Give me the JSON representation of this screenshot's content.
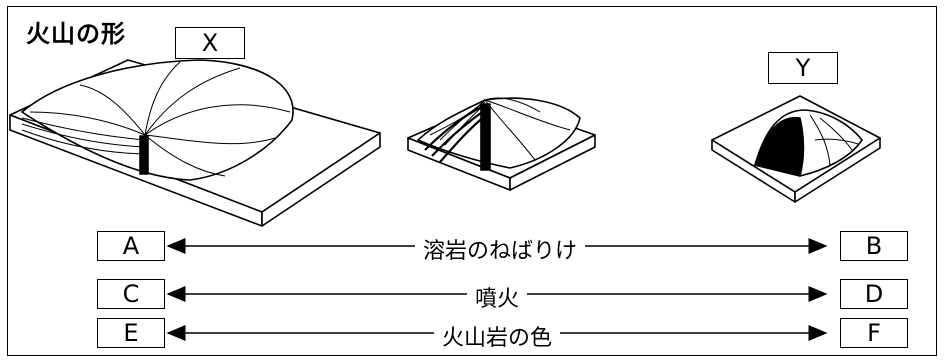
{
  "title": "火山の形",
  "volcano_labels": {
    "x": "X",
    "y": "Y"
  },
  "rows": [
    {
      "left": "A",
      "label": "溶岩のねばりけ",
      "right": "B"
    },
    {
      "left": "C",
      "label": "噴火",
      "right": "D"
    },
    {
      "left": "E",
      "label": "火山岩の色",
      "right": "F"
    }
  ]
}
